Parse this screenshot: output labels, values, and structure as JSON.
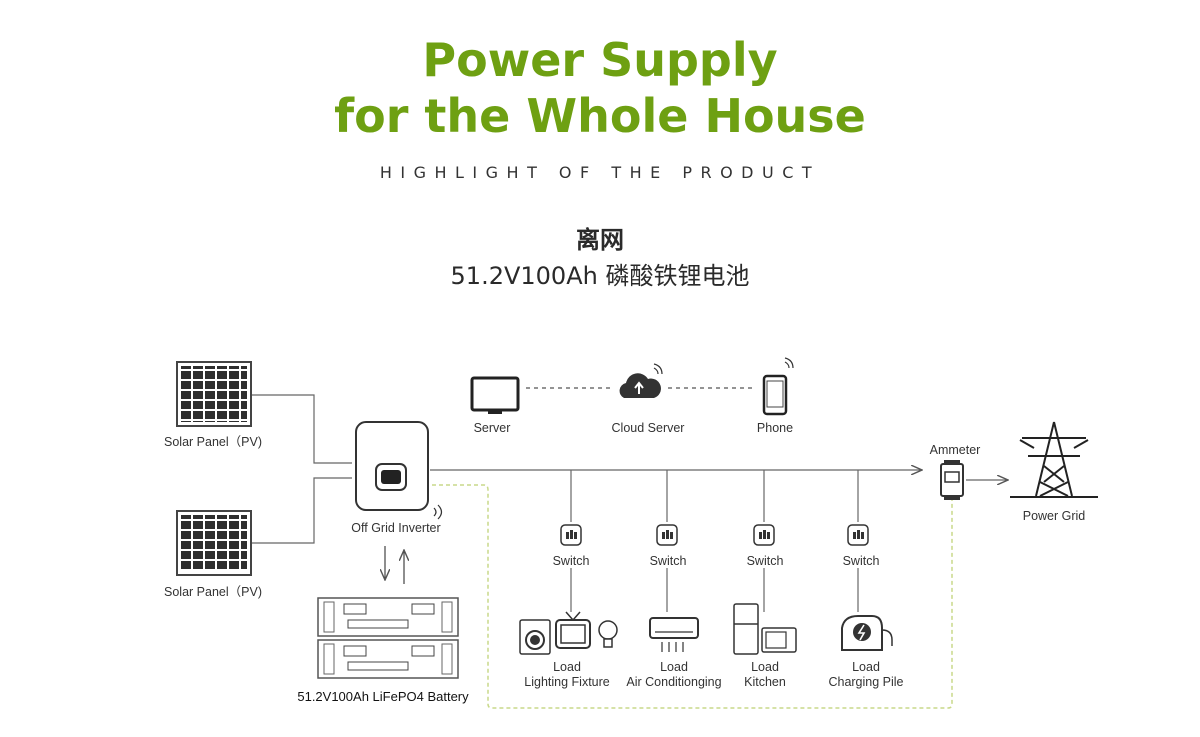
{
  "header": {
    "title_line1": "Power Supply",
    "title_line2": "for the Whole House",
    "subtitle": "HIGHLIGHT OF THE PRODUCT",
    "cn_line1": "离网",
    "cn_line2": "51.2V100Ah 磷酸铁锂电池"
  },
  "diagram": {
    "solar_panel_top": "Solar Panel（PV)",
    "solar_panel_bottom": "Solar Panel（PV)",
    "inverter": "Off Grid Inverter",
    "battery": "51.2V100Ah LiFePO4 Battery",
    "server": "Server",
    "cloud": "Cloud Server",
    "phone": "Phone",
    "ammeter": "Ammeter",
    "grid": "Power Grid",
    "switches": [
      "Switch",
      "Switch",
      "Switch",
      "Switch"
    ],
    "loads": [
      {
        "line1": "Load",
        "line2": "Lighting Fixture"
      },
      {
        "line1": "Load",
        "line2": "Air Conditionging"
      },
      {
        "line1": "Load",
        "line2": "Kitchen"
      },
      {
        "line1": "Load",
        "line2": "Charging Pile"
      }
    ]
  },
  "colors": {
    "accent_green": "#6ea012",
    "dashed_green": "#c9d98a",
    "line_gray": "#555555"
  }
}
